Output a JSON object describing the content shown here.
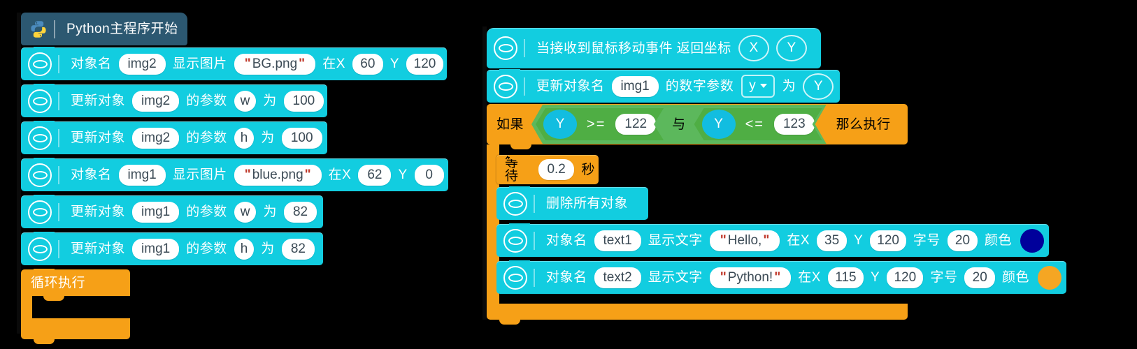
{
  "app": {
    "title": "Python主程序开始",
    "background": "#000000",
    "colors": {
      "block_cyan": "#12cde0",
      "block_orange": "#f6a017",
      "block_green": "#5cb85c",
      "hat_dark": "#2c5871",
      "text_white": "#ffffff",
      "field_text": "#3b4a55",
      "quote_red": "#c0392b"
    }
  },
  "left_stack": {
    "hat": {
      "icon": "python-logo-icon",
      "label": "Python主程序开始"
    },
    "blocks": [
      {
        "type": "show-image",
        "icon": "ellipse-icon",
        "parts": [
          {
            "kind": "label",
            "text": "对象名"
          },
          {
            "kind": "field",
            "text": "img2"
          },
          {
            "kind": "label",
            "text": "显示图片"
          },
          {
            "kind": "string",
            "text": "BG.png"
          },
          {
            "kind": "label",
            "text": "在X"
          },
          {
            "kind": "field",
            "text": "60"
          },
          {
            "kind": "label",
            "text": "Y"
          },
          {
            "kind": "field",
            "text": "120"
          }
        ]
      },
      {
        "type": "update-param",
        "icon": "ellipse-icon",
        "parts": [
          {
            "kind": "label",
            "text": "更新对象"
          },
          {
            "kind": "field",
            "text": "img2"
          },
          {
            "kind": "label",
            "text": "的参数"
          },
          {
            "kind": "field-tiny",
            "text": "w"
          },
          {
            "kind": "label",
            "text": "为"
          },
          {
            "kind": "field",
            "text": "100"
          }
        ]
      },
      {
        "type": "update-param",
        "icon": "ellipse-icon",
        "parts": [
          {
            "kind": "label",
            "text": "更新对象"
          },
          {
            "kind": "field",
            "text": "img2"
          },
          {
            "kind": "label",
            "text": "的参数"
          },
          {
            "kind": "field-tiny",
            "text": "h"
          },
          {
            "kind": "label",
            "text": "为"
          },
          {
            "kind": "field",
            "text": "100"
          }
        ]
      },
      {
        "type": "show-image",
        "icon": "ellipse-icon",
        "parts": [
          {
            "kind": "label",
            "text": "对象名"
          },
          {
            "kind": "field",
            "text": "img1"
          },
          {
            "kind": "label",
            "text": "显示图片"
          },
          {
            "kind": "string",
            "text": "blue.png"
          },
          {
            "kind": "label",
            "text": "在X"
          },
          {
            "kind": "field",
            "text": "62"
          },
          {
            "kind": "label",
            "text": "Y"
          },
          {
            "kind": "field",
            "text": "0"
          }
        ]
      },
      {
        "type": "update-param",
        "icon": "ellipse-icon",
        "parts": [
          {
            "kind": "label",
            "text": "更新对象"
          },
          {
            "kind": "field",
            "text": "img1"
          },
          {
            "kind": "label",
            "text": "的参数"
          },
          {
            "kind": "field-tiny",
            "text": "w"
          },
          {
            "kind": "label",
            "text": "为"
          },
          {
            "kind": "field",
            "text": "82"
          }
        ]
      },
      {
        "type": "update-param",
        "icon": "ellipse-icon",
        "parts": [
          {
            "kind": "label",
            "text": "更新对象"
          },
          {
            "kind": "field",
            "text": "img1"
          },
          {
            "kind": "label",
            "text": "的参数"
          },
          {
            "kind": "field-tiny",
            "text": "h"
          },
          {
            "kind": "label",
            "text": "为"
          },
          {
            "kind": "field",
            "text": "82"
          }
        ]
      }
    ],
    "loop": {
      "label": "循环执行"
    }
  },
  "right_stack": {
    "event_block": {
      "icon": "ellipse-icon",
      "label": "当接收到鼠标移动事件 返回坐标",
      "var_x": "X",
      "var_y": "Y"
    },
    "update_block": {
      "icon": "ellipse-icon",
      "label_a": "更新对象名",
      "object": "img1",
      "label_b": "的数字参数",
      "dropdown": "y",
      "label_c": "为",
      "value_var": "Y"
    },
    "if_block": {
      "if_label": "如果",
      "then_label": "那么执行",
      "join_label": "与",
      "cond_left": {
        "var": "Y",
        "op": ">=",
        "value": "122"
      },
      "cond_right": {
        "var": "Y",
        "op": "<=",
        "value": "123"
      }
    },
    "wait_block": {
      "label_a": "等待",
      "value": "0.2",
      "label_b": "秒"
    },
    "body_blocks": [
      {
        "type": "delete-all",
        "icon": "ellipse-icon",
        "parts": [
          {
            "kind": "label",
            "text": "删除所有对象"
          }
        ]
      },
      {
        "type": "show-text",
        "icon": "ellipse-icon",
        "swatch": "#00009b",
        "parts": [
          {
            "kind": "label",
            "text": "对象名"
          },
          {
            "kind": "field",
            "text": "text1"
          },
          {
            "kind": "label",
            "text": "显示文字"
          },
          {
            "kind": "string",
            "text": "Hello,"
          },
          {
            "kind": "label",
            "text": "在X"
          },
          {
            "kind": "field",
            "text": "35"
          },
          {
            "kind": "label",
            "text": "Y"
          },
          {
            "kind": "field",
            "text": "120"
          },
          {
            "kind": "label",
            "text": "字号"
          },
          {
            "kind": "field",
            "text": "20"
          },
          {
            "kind": "label",
            "text": "颜色"
          }
        ]
      },
      {
        "type": "show-text",
        "icon": "ellipse-icon",
        "swatch": "#f5a623",
        "parts": [
          {
            "kind": "label",
            "text": "对象名"
          },
          {
            "kind": "field",
            "text": "text2"
          },
          {
            "kind": "label",
            "text": "显示文字"
          },
          {
            "kind": "string",
            "text": "Python!"
          },
          {
            "kind": "label",
            "text": "在X"
          },
          {
            "kind": "field",
            "text": "115"
          },
          {
            "kind": "label",
            "text": "Y"
          },
          {
            "kind": "field",
            "text": "120"
          },
          {
            "kind": "label",
            "text": "字号"
          },
          {
            "kind": "field",
            "text": "20"
          },
          {
            "kind": "label",
            "text": "颜色"
          }
        ]
      }
    ]
  }
}
